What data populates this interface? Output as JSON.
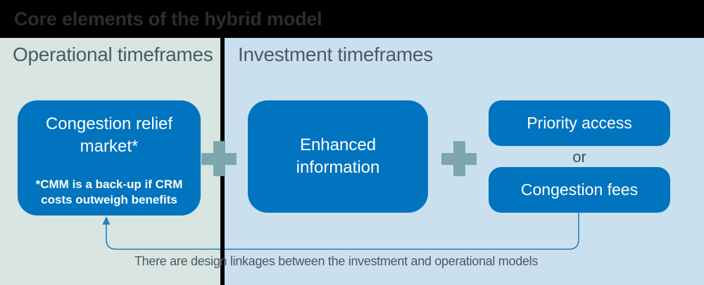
{
  "header": {
    "title": "Core elements of the hybrid model"
  },
  "sections": {
    "left": {
      "label": "Operational timeframes"
    },
    "right": {
      "label": "Investment timeframes"
    }
  },
  "boxes": {
    "congestion_relief": {
      "title": "Congestion relief market*",
      "footnote": "*CMM is a back-up if CRM costs outweigh benefits"
    },
    "enhanced_information": {
      "title": "Enhanced information"
    },
    "priority_access": {
      "title": "Priority access"
    },
    "or_label": "or",
    "congestion_fees": {
      "title": "Congestion fees"
    }
  },
  "icons": {
    "plus": "plus-icon",
    "arrowhead": "arrow-up-icon"
  },
  "caption": {
    "text": "There are design linkages between the investment and operational models"
  },
  "colors": {
    "header_bg": "#000000",
    "header_text": "#2e2c2e",
    "panel_left_bg": "#d8e5e1",
    "panel_right_bg": "#cbe0ee",
    "divider": "#000000",
    "box_blue": "#0074be",
    "box_text": "#ffffff",
    "plus_teal": "#7ea7ad",
    "label_gray": "#4a5b66",
    "connector_blue": "#2b7fc0"
  }
}
